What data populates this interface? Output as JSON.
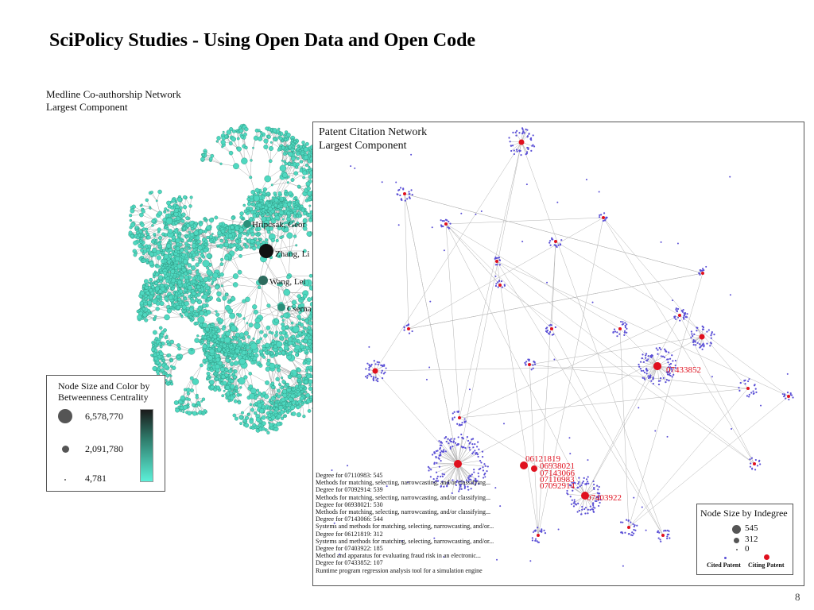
{
  "slide": {
    "title": "SciPolicy Studies - Using Open Data and Open Code",
    "page_number": "8"
  },
  "medline": {
    "title_line1": "Medline Co-authorship Network",
    "title_line2": "Largest Component",
    "node_labels": [
      "Hripcsak, Geor",
      "Zhang, Li",
      "Wang, Lei",
      "Cserna"
    ],
    "legend": {
      "title_line1": "Node Size and Color by",
      "title_line2": "Betweenness Centrality",
      "max": "6,578,770",
      "mid": "2,091,780",
      "min": "4,781"
    }
  },
  "patent": {
    "title_line1": "Patent Citation Network",
    "title_line2": "Largest Component",
    "node_labels": [
      "07433852",
      "07403922",
      "06121819",
      "06938021",
      "07143066",
      "07110983",
      "07092914"
    ],
    "details": [
      "Degree for 07110983: 545",
      "Methods for matching, selecting, narrowcasting, and/or classifying...",
      "Degree for 07092914: 539",
      "Methods for matching, selecting, narrowcasting, and/or classifying...",
      "Degree for 06938021: 530",
      "Methods for matching, selecting, narrowcasting, and/or classifying...",
      "Degree for 07143066: 544",
      "Systems and methods for matching, selecting, narrowcasting, and/or...",
      "Degree for 06121819: 312",
      "Systems and methods for matching, selecting, narrowcasting, and/or...",
      "Degree for 07403922: 185",
      "Method and apparatus for evaluating fraud risk in an electronic...",
      "Degree for 07433852: 107",
      "Runtime program regression analysis tool for a simulation engine"
    ],
    "legend": {
      "title": "Node Size by Indegree",
      "max": "545",
      "mid": "312",
      "min": "0",
      "cited_label": "Cited Patent",
      "citing_label": "Citing Patent"
    }
  },
  "colors": {
    "coauthor_node": "#4fd8c0",
    "coauthor_dark": "#111111",
    "cited_node": "#5a4fd6",
    "citing_node": "#e0101e",
    "edge": "#9a9a9a"
  }
}
